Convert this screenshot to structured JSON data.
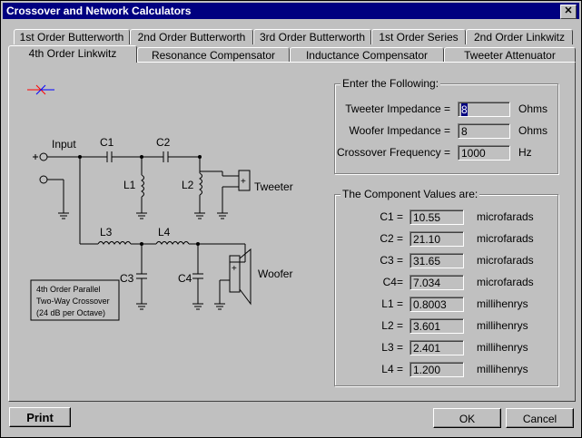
{
  "window": {
    "title": "Crossover and Network Calculators",
    "close_glyph": "✕"
  },
  "tabs": {
    "row1": [
      "1st Order Butterworth",
      "2nd Order Butterworth",
      "3rd Order Butterworth",
      "1st Order Series",
      "2nd Order Linkwitz"
    ],
    "row2": [
      "4th Order Linkwitz",
      "Resonance Compensator",
      "Inductance Compensator",
      "Tweeter Attenuator"
    ],
    "active": "4th Order Linkwitz"
  },
  "schematic": {
    "input_label": "Input",
    "tweeter_label": "Tweeter",
    "woofer_label": "Woofer",
    "components": [
      "C1",
      "C2",
      "L1",
      "L2",
      "L3",
      "L4",
      "C3",
      "C4"
    ],
    "info_box": [
      "4th Order Parallel",
      "Two-Way Crossover",
      "(24 dB per Octave)"
    ]
  },
  "inputs": {
    "title": "Enter the Following:",
    "tweeter_impedance": {
      "label": "Tweeter Impedance =",
      "value": "8",
      "unit": "Ohms"
    },
    "woofer_impedance": {
      "label": "Woofer Impedance =",
      "value": "8",
      "unit": "Ohms"
    },
    "crossover_frequency": {
      "label": "Crossover Frequency =",
      "value": "1000",
      "unit": "Hz"
    }
  },
  "results": {
    "title": "The Component Values are:",
    "rows": [
      {
        "label": "C1 =",
        "value": "10.55",
        "unit": "microfarads"
      },
      {
        "label": "C2 =",
        "value": "21.10",
        "unit": "microfarads"
      },
      {
        "label": "C3 =",
        "value": "31.65",
        "unit": "microfarads"
      },
      {
        "label": "C4=",
        "value": "7.034",
        "unit": "microfarads"
      },
      {
        "label": "L1 =",
        "value": "0.8003",
        "unit": "millihenrys"
      },
      {
        "label": "L2 =",
        "value": "3.601",
        "unit": "millihenrys"
      },
      {
        "label": "L3 =",
        "value": "2.401",
        "unit": "millihenrys"
      },
      {
        "label": "L4 =",
        "value": "1.200",
        "unit": "millihenrys"
      }
    ]
  },
  "buttons": {
    "print": "Print",
    "ok": "OK",
    "cancel": "Cancel"
  },
  "colors": {
    "titlebar": "#000080",
    "face": "#c0c0c0",
    "icon_red": "#ff0000",
    "icon_blue": "#0000ff"
  }
}
